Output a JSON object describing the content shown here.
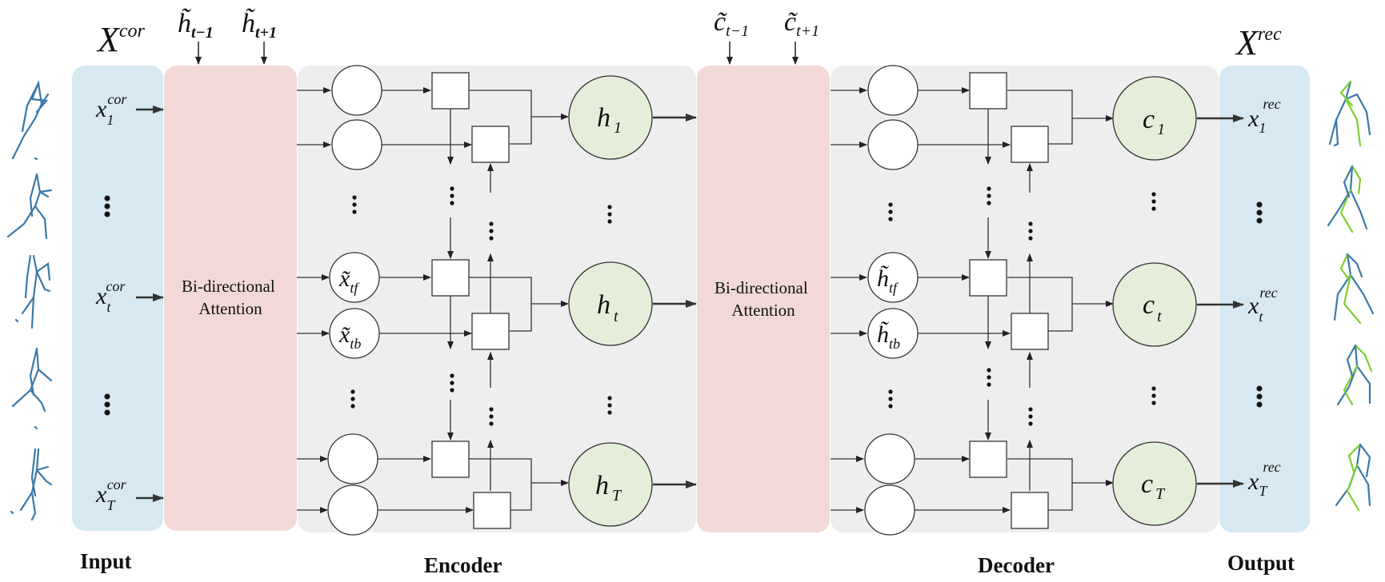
{
  "title_bar": {},
  "input": {
    "header_sym": "X",
    "header_sup": "cor",
    "items": [
      {
        "sym": "x",
        "sub": "1",
        "sup": "cor"
      },
      {
        "sym": "x",
        "sub": "t",
        "sup": "cor"
      },
      {
        "sym": "x",
        "sub": "T",
        "sup": "cor"
      }
    ],
    "caption": "Input"
  },
  "attention_1": {
    "label_line1": "Bi-directional",
    "label_line2": "Attention",
    "in_left": {
      "sym": "h̃",
      "sub": "t−1"
    },
    "in_right": {
      "sym": "h̃",
      "sub": "t+1"
    }
  },
  "encoder": {
    "caption": "Encoder",
    "mid_top": {
      "sym": "x̃",
      "sub": "tf"
    },
    "mid_bot": {
      "sym": "x̃",
      "sub": "tb"
    },
    "outputs": [
      {
        "sym": "h",
        "sub": "1"
      },
      {
        "sym": "h",
        "sub": "t"
      },
      {
        "sym": "h",
        "sub": "T"
      }
    ]
  },
  "attention_2": {
    "label_line1": "Bi-directional",
    "label_line2": "Attention",
    "in_left": {
      "sym": "c̃",
      "sub": "t−1"
    },
    "in_right": {
      "sym": "c̃",
      "sub": "t+1"
    }
  },
  "decoder": {
    "caption": "Decoder",
    "mid_top": {
      "sym": "h̃",
      "sub": "tf"
    },
    "mid_bot": {
      "sym": "h̃",
      "sub": "tb"
    },
    "outputs": [
      {
        "sym": "c",
        "sub": "1"
      },
      {
        "sym": "c",
        "sub": "t"
      },
      {
        "sym": "c",
        "sub": "T"
      }
    ]
  },
  "output": {
    "header_sym": "X",
    "header_sup": "rec",
    "items": [
      {
        "sym": "x",
        "sub": "1",
        "sup": "rec"
      },
      {
        "sym": "x",
        "sub": "t",
        "sup": "rec"
      },
      {
        "sym": "x",
        "sub": "T",
        "sup": "rec"
      }
    ],
    "caption": "Output"
  },
  "colors": {
    "input_panel": "#d6e9f2",
    "attention_panel": "#f2d9d7",
    "coder_panel": "#eeeeee",
    "output_node": "#e5eed8",
    "skeleton_blue": "#3b78a8",
    "skeleton_green": "#7ccf2e"
  }
}
